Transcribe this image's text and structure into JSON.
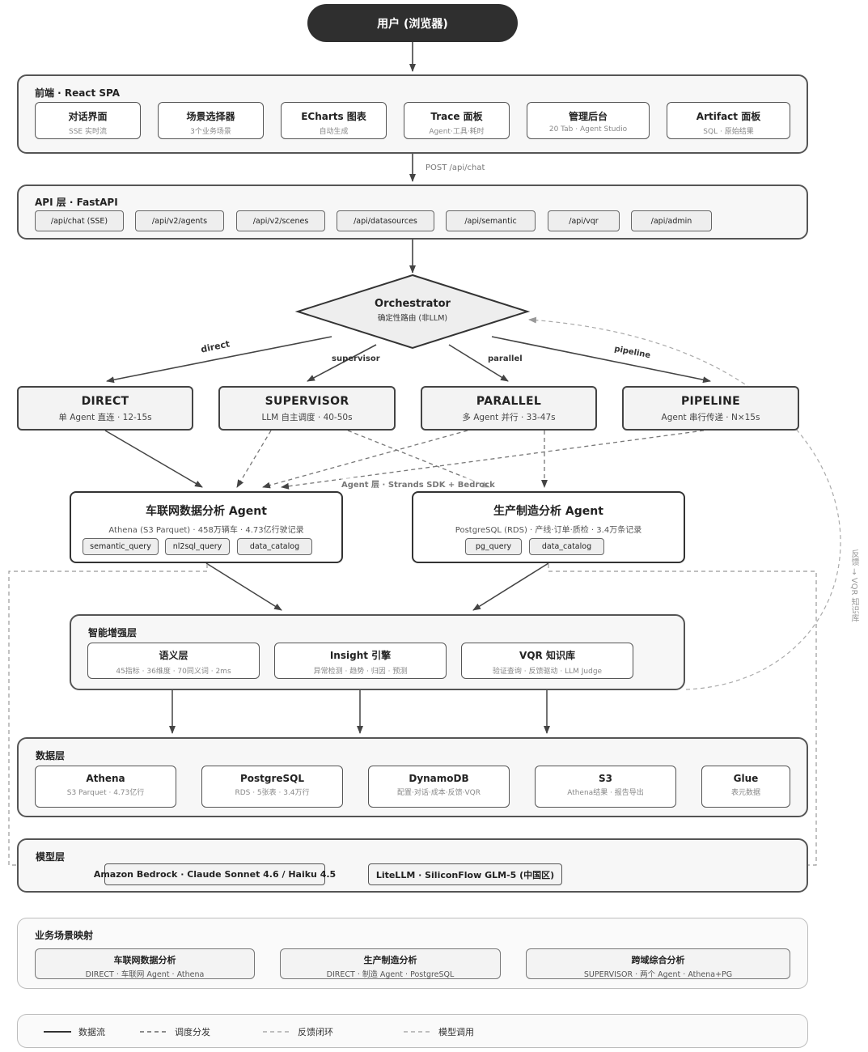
{
  "user": {
    "label": "用户 (浏览器)"
  },
  "frontend": {
    "title": "前端 · React SPA",
    "cards": [
      {
        "title": "对话界面",
        "sub": "SSE 实时流"
      },
      {
        "title": "场景选择器",
        "sub": "3个业务场景"
      },
      {
        "title": "ECharts 图表",
        "sub": "自动生成"
      },
      {
        "title": "Trace 面板",
        "sub": "Agent·工具·耗时"
      },
      {
        "title": "管理后台",
        "sub": "20 Tab · Agent Studio"
      },
      {
        "title": "Artifact 面板",
        "sub": "SQL · 原始结果"
      }
    ]
  },
  "edge_labels": {
    "post_chat": "POST /api/chat",
    "direct": "direct",
    "supervisor": "supervisor",
    "parallel": "parallel",
    "pipeline": "pipeline",
    "agent_layer": "Agent 层 · Strands SDK + Bedrock",
    "feedback": "反馈 → VQR 知识库"
  },
  "api": {
    "title": "API 层 · FastAPI",
    "endpoints": [
      "/api/chat (SSE)",
      "/api/v2/agents",
      "/api/v2/scenes",
      "/api/datasources",
      "/api/semantic",
      "/api/vqr",
      "/api/admin"
    ]
  },
  "orchestrator": {
    "title": "Orchestrator",
    "sub": "确定性路由 (非LLM)"
  },
  "modes": [
    {
      "title": "DIRECT",
      "sub": "单 Agent 直连 · 12-15s"
    },
    {
      "title": "SUPERVISOR",
      "sub": "LLM 自主调度 · 40-50s"
    },
    {
      "title": "PARALLEL",
      "sub": "多 Agent 并行 · 33-47s"
    },
    {
      "title": "PIPELINE",
      "sub": "Agent 串行传递 · N×15s"
    }
  ],
  "agents": [
    {
      "title": "车联网数据分析 Agent",
      "sub": "Athena (S3 Parquet) · 458万辆车 · 4.73亿行驶记录",
      "tools": [
        "semantic_query",
        "nl2sql_query",
        "data_catalog"
      ]
    },
    {
      "title": "生产制造分析 Agent",
      "sub": "PostgreSQL (RDS) · 产线·订单·质检 · 3.4万条记录",
      "tools": [
        "pg_query",
        "data_catalog"
      ]
    }
  ],
  "enhance": {
    "title": "智能增强层",
    "cards": [
      {
        "title": "语义层",
        "sub": "45指标 · 36维度 · 70同义词 · 2ms"
      },
      {
        "title": "Insight 引擎",
        "sub": "异常检测 · 趋势 · 归因 · 预测"
      },
      {
        "title": "VQR 知识库",
        "sub": "验证查询 · 反馈驱动 · LLM Judge"
      }
    ]
  },
  "data_layer": {
    "title": "数据层",
    "cards": [
      {
        "title": "Athena",
        "sub": "S3 Parquet · 4.73亿行"
      },
      {
        "title": "PostgreSQL",
        "sub": "RDS · 5张表 · 3.4万行"
      },
      {
        "title": "DynamoDB",
        "sub": "配置·对话·成本·反馈·VQR"
      },
      {
        "title": "S3",
        "sub": "Athena结果 · 报告导出"
      },
      {
        "title": "Glue",
        "sub": "表元数据"
      }
    ]
  },
  "model_layer": {
    "title": "模型层",
    "models": [
      "Amazon Bedrock · Claude Sonnet 4.6 / Haiku 4.5",
      "LiteLLM · SiliconFlow GLM-5 (中国区)"
    ]
  },
  "scenarios": {
    "title": "业务场景映射",
    "cards": [
      {
        "title": "车联网数据分析",
        "sub": "DIRECT · 车联网 Agent · Athena"
      },
      {
        "title": "生产制造分析",
        "sub": "DIRECT · 制造 Agent · PostgreSQL"
      },
      {
        "title": "跨域综合分析",
        "sub": "SUPERVISOR · 两个 Agent · Athena+PG"
      }
    ]
  },
  "legend": {
    "items": [
      {
        "label": "数据流",
        "style": "solid"
      },
      {
        "label": "调度分发",
        "style": "dashed"
      },
      {
        "label": "反馈闭环",
        "style": "dashed-light"
      },
      {
        "label": "模型调用",
        "style": "dashed-light"
      }
    ]
  },
  "colors": {
    "dark": "#2f2f2f",
    "line": "#444444",
    "dashed": "#777777",
    "feedback": "#aaaaaa"
  }
}
